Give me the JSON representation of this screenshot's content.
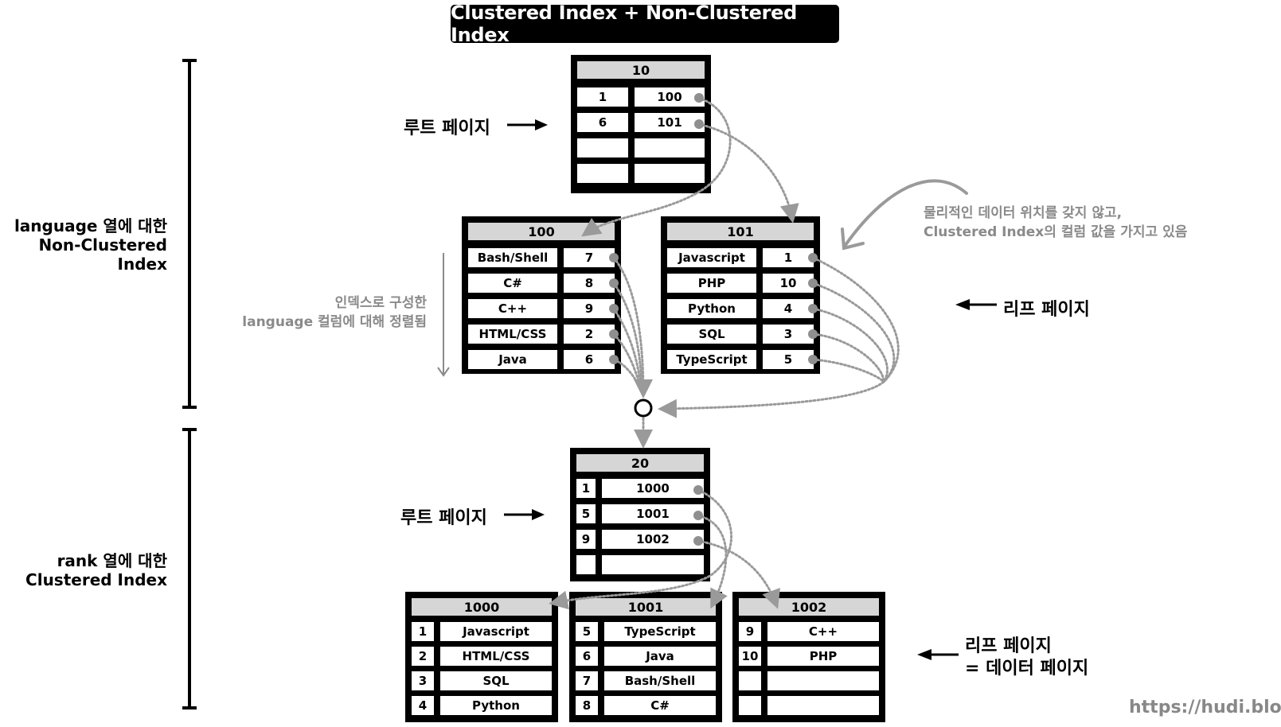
{
  "title": "Clustered Index + Non-Clustered Index",
  "side_labels": {
    "nonclustered_line1": "language 열에 대한",
    "nonclustered_line2": "Non-Clustered Index",
    "clustered_line1": "rank 열에 대한",
    "clustered_line2": "Clustered Index"
  },
  "annotations": {
    "root_page": "루트 페이지",
    "leaf_page": "리프 페이지",
    "sorted_line1": "인덱스로 구성한",
    "sorted_line2": "language 컬럼에 대해 정렬됨",
    "physical_line1": "물리적인 데이터 위치를 갖지 않고,",
    "physical_line2": "Clustered Index의 컬럼 값을 가지고 있음",
    "data_page_line1": "리프 페이지",
    "data_page_line2": "= 데이터 페이지",
    "watermark": "https://hudi.blog"
  },
  "nonclustered": {
    "root": {
      "header": "10",
      "rows": [
        [
          "1",
          "100"
        ],
        [
          "6",
          "101"
        ],
        [
          "",
          ""
        ],
        [
          "",
          ""
        ]
      ]
    },
    "leaf_100": {
      "header": "100",
      "rows": [
        [
          "Bash/Shell",
          "7"
        ],
        [
          "C#",
          "8"
        ],
        [
          "C++",
          "9"
        ],
        [
          "HTML/CSS",
          "2"
        ],
        [
          "Java",
          "6"
        ]
      ]
    },
    "leaf_101": {
      "header": "101",
      "rows": [
        [
          "Javascript",
          "1"
        ],
        [
          "PHP",
          "10"
        ],
        [
          "Python",
          "4"
        ],
        [
          "SQL",
          "3"
        ],
        [
          "TypeScript",
          "5"
        ]
      ]
    }
  },
  "clustered": {
    "root": {
      "header": "20",
      "rows": [
        [
          "1",
          "1000"
        ],
        [
          "5",
          "1001"
        ],
        [
          "9",
          "1002"
        ],
        [
          "",
          ""
        ]
      ]
    },
    "leaf_1000": {
      "header": "1000",
      "rows": [
        [
          "1",
          "Javascript"
        ],
        [
          "2",
          "HTML/CSS"
        ],
        [
          "3",
          "SQL"
        ],
        [
          "4",
          "Python"
        ]
      ]
    },
    "leaf_1001": {
      "header": "1001",
      "rows": [
        [
          "5",
          "TypeScript"
        ],
        [
          "6",
          "Java"
        ],
        [
          "7",
          "Bash/Shell"
        ],
        [
          "8",
          "C#"
        ]
      ]
    },
    "leaf_1002": {
      "header": "1002",
      "rows": [
        [
          "9",
          "C++"
        ],
        [
          "10",
          "PHP"
        ],
        [
          "",
          ""
        ],
        [
          "",
          ""
        ]
      ]
    }
  },
  "colors": {
    "arrow_grey": "#9a9a9a",
    "header_grey": "#d6d6d6"
  }
}
